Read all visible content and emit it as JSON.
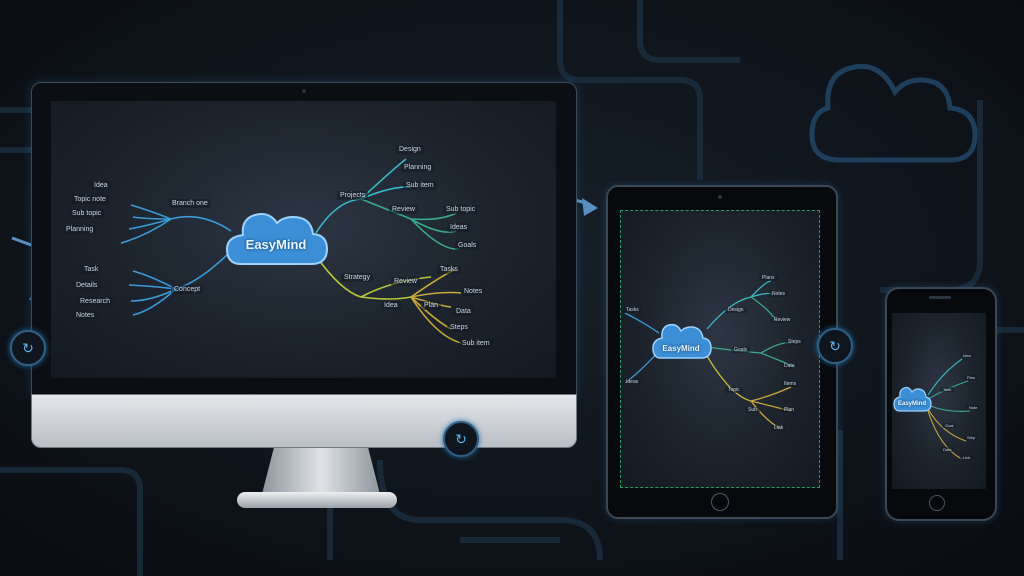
{
  "app": {
    "name": "EasyMind",
    "accent_color": "#4b9fe0",
    "background_color": "#0d1117"
  },
  "desktop": {
    "center_label": "EasyMind",
    "left_branches": [
      {
        "label": "Branch one",
        "children": [
          "Idea",
          "Topic note",
          "Sub topic",
          "Planning"
        ]
      },
      {
        "label": "Concept",
        "children": [
          "Task",
          "Details",
          "Research",
          "Notes"
        ]
      }
    ],
    "right_branches": [
      {
        "label": "Projects",
        "children": [
          "Design",
          "Planning",
          "Sub item",
          "Review",
          "Sub topic",
          "Ideas",
          "Goals"
        ]
      },
      {
        "label": "Strategy",
        "children": [
          "Tasks",
          "Review",
          "Notes",
          "Idea",
          "Plan",
          "Data",
          "Steps",
          "Sub item"
        ]
      }
    ]
  },
  "tablet": {
    "center_label": "EasyMind",
    "nodes": [
      "Tasks",
      "Ideas",
      "Plans",
      "Notes",
      "Design",
      "Review",
      "Goals",
      "Steps",
      "Data",
      "Topic",
      "Items",
      "Sub",
      "Plan",
      "Link"
    ]
  },
  "phone": {
    "center_label": "EasyMind",
    "nodes": [
      "Idea",
      "Plan",
      "Task",
      "Note",
      "Goal",
      "Step",
      "Data",
      "Link"
    ]
  },
  "icons": {
    "sync_left": "sync-icon",
    "sync_monitor": "sync-icon",
    "sync_tablet": "sync-icon",
    "cloud_background": "cloud-icon",
    "arrow": "arrow-right-icon",
    "sync_glyph": "↻"
  }
}
